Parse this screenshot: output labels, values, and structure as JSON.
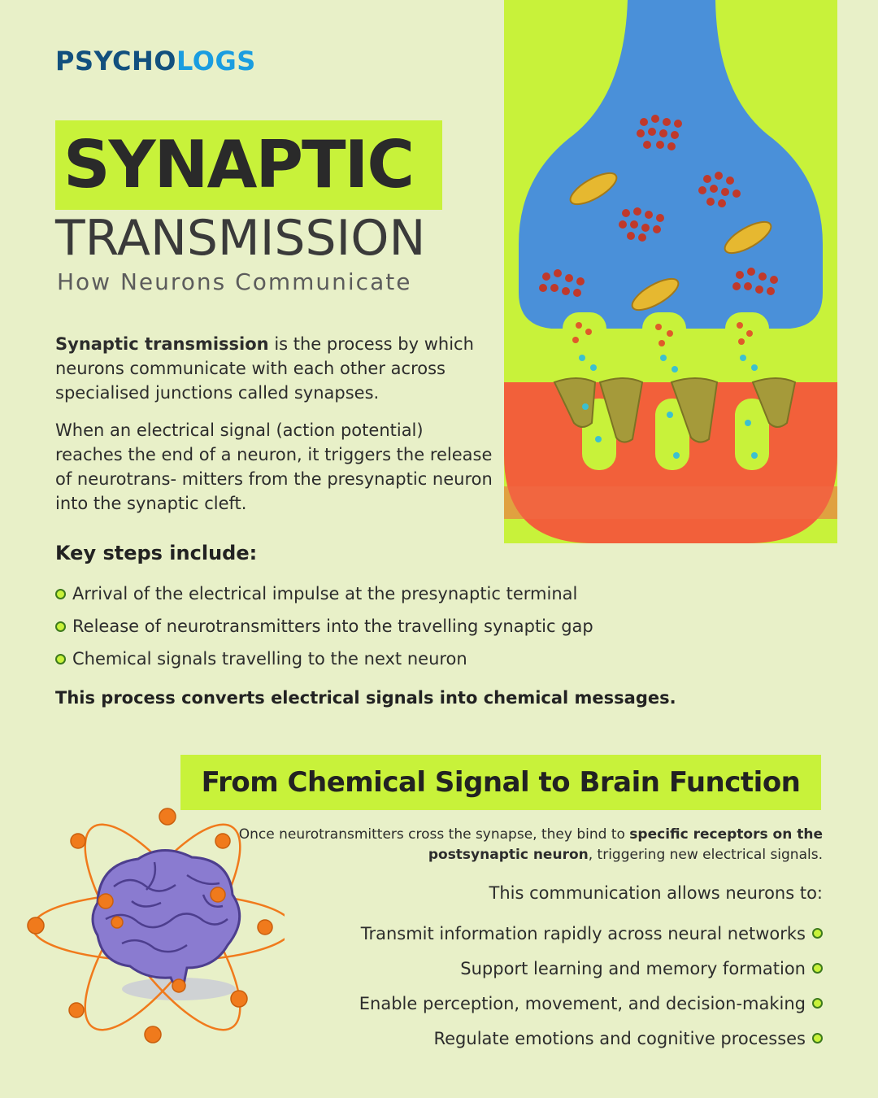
{
  "brand": {
    "part1": "PSYCHO",
    "part2": "LOGS"
  },
  "title": {
    "main": "SYNAPTIC",
    "sub": "TRANSMISSION",
    "tagline": "How Neurons Communicate"
  },
  "intro": {
    "p1_bold": "Synaptic transmission",
    "p1_rest": " is the process by which neurons communicate with each other across specialised junctions called synapses.",
    "p2": "When an electrical signal (action potential) reaches the end of a neuron, it triggers the release of neurotrans- mitters from the presynaptic neuron into the synaptic cleft."
  },
  "key_steps": {
    "heading": "Key steps include:",
    "items": [
      "Arrival of the electrical impulse at the presynaptic terminal",
      "Release of neurotransmitters into the travelling synaptic gap",
      "Chemical signals travelling to the next neuron"
    ]
  },
  "conclusion": "This process converts electrical signals into chemical messages.",
  "section2": {
    "heading": "From Chemical Signal to Brain Function",
    "para_start": "Once neurotransmitters cross the synapse, they bind to ",
    "para_bold": "specific receptors on the postsynaptic neuron",
    "para_end": ", triggering new electrical signals.",
    "allows_heading": "This communication allows neurons to:",
    "items": [
      "Transmit information rapidly across neural networks",
      "Support learning and memory formation",
      "Enable perception, movement, and decision-making",
      "Regulate emotions and cognitive processes"
    ]
  },
  "colors": {
    "background": "#e8f0c8",
    "accent_green": "#c8f23a",
    "neuron_blue": "#4a90d9",
    "postsynaptic_red": "#f2603a",
    "brand_dark": "#12507e",
    "brand_light": "#1a9de0",
    "brain_purple": "#8a7bd0",
    "orbit_orange": "#f07a1c"
  },
  "illustrations": {
    "synapse": "synapse-illustration",
    "brain": "brain-atom-illustration"
  }
}
